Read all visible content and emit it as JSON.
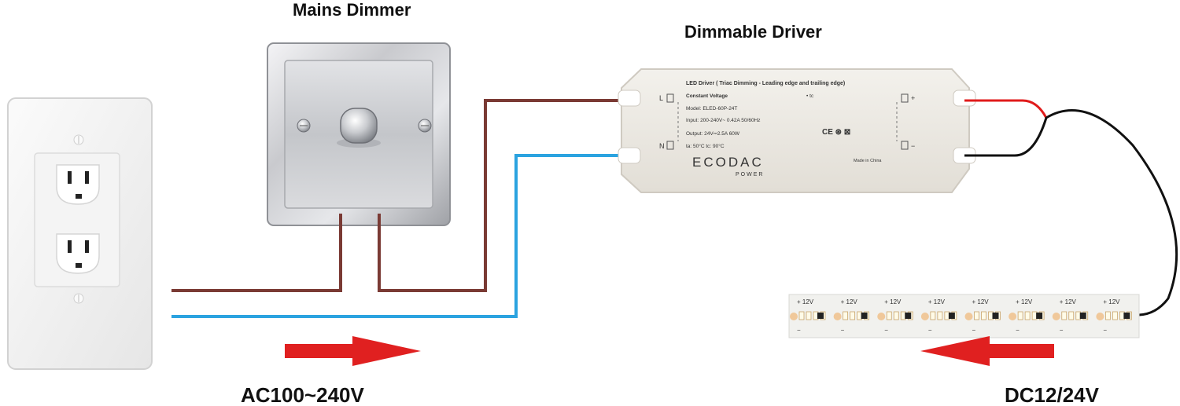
{
  "labels": {
    "dimmer_title": "Mains Dimmer",
    "driver_title": "Dimmable Driver",
    "ac_voltage": "AC100~240V",
    "dc_voltage": "DC12/24V"
  },
  "driver_label": {
    "line1": "LED Driver ( Triac Dimming - Leading edge and trailing edge)",
    "line2": "Constant Voltage",
    "line2b": "• tc",
    "line3": "Model: ELED-60P-24T",
    "line4": "Input: 200-240V~ 0.42A  50/60Hz",
    "line5": "Output: 24V⎓2.5A  60W",
    "line6": "ta: 50°C   tc: 90°C",
    "brand": "ECODAC",
    "brand_sub": "POWER",
    "made_in": "Made in China",
    "l_term": "L",
    "n_term": "N",
    "ce_marks": "CE ⊛ ⊠",
    "plus_term": "+",
    "minus_term": "−"
  },
  "led_strip": {
    "segment_label": "+ 12V",
    "segments": 8
  },
  "colors": {
    "live_wire": "#7a3a34",
    "neutral_wire": "#2ba3e0",
    "dc_positive": "#e01b1b",
    "dc_negative": "#111111",
    "arrow": "#e02020",
    "strip": "#f1f1ee",
    "led_pad": "#f0c89a"
  }
}
